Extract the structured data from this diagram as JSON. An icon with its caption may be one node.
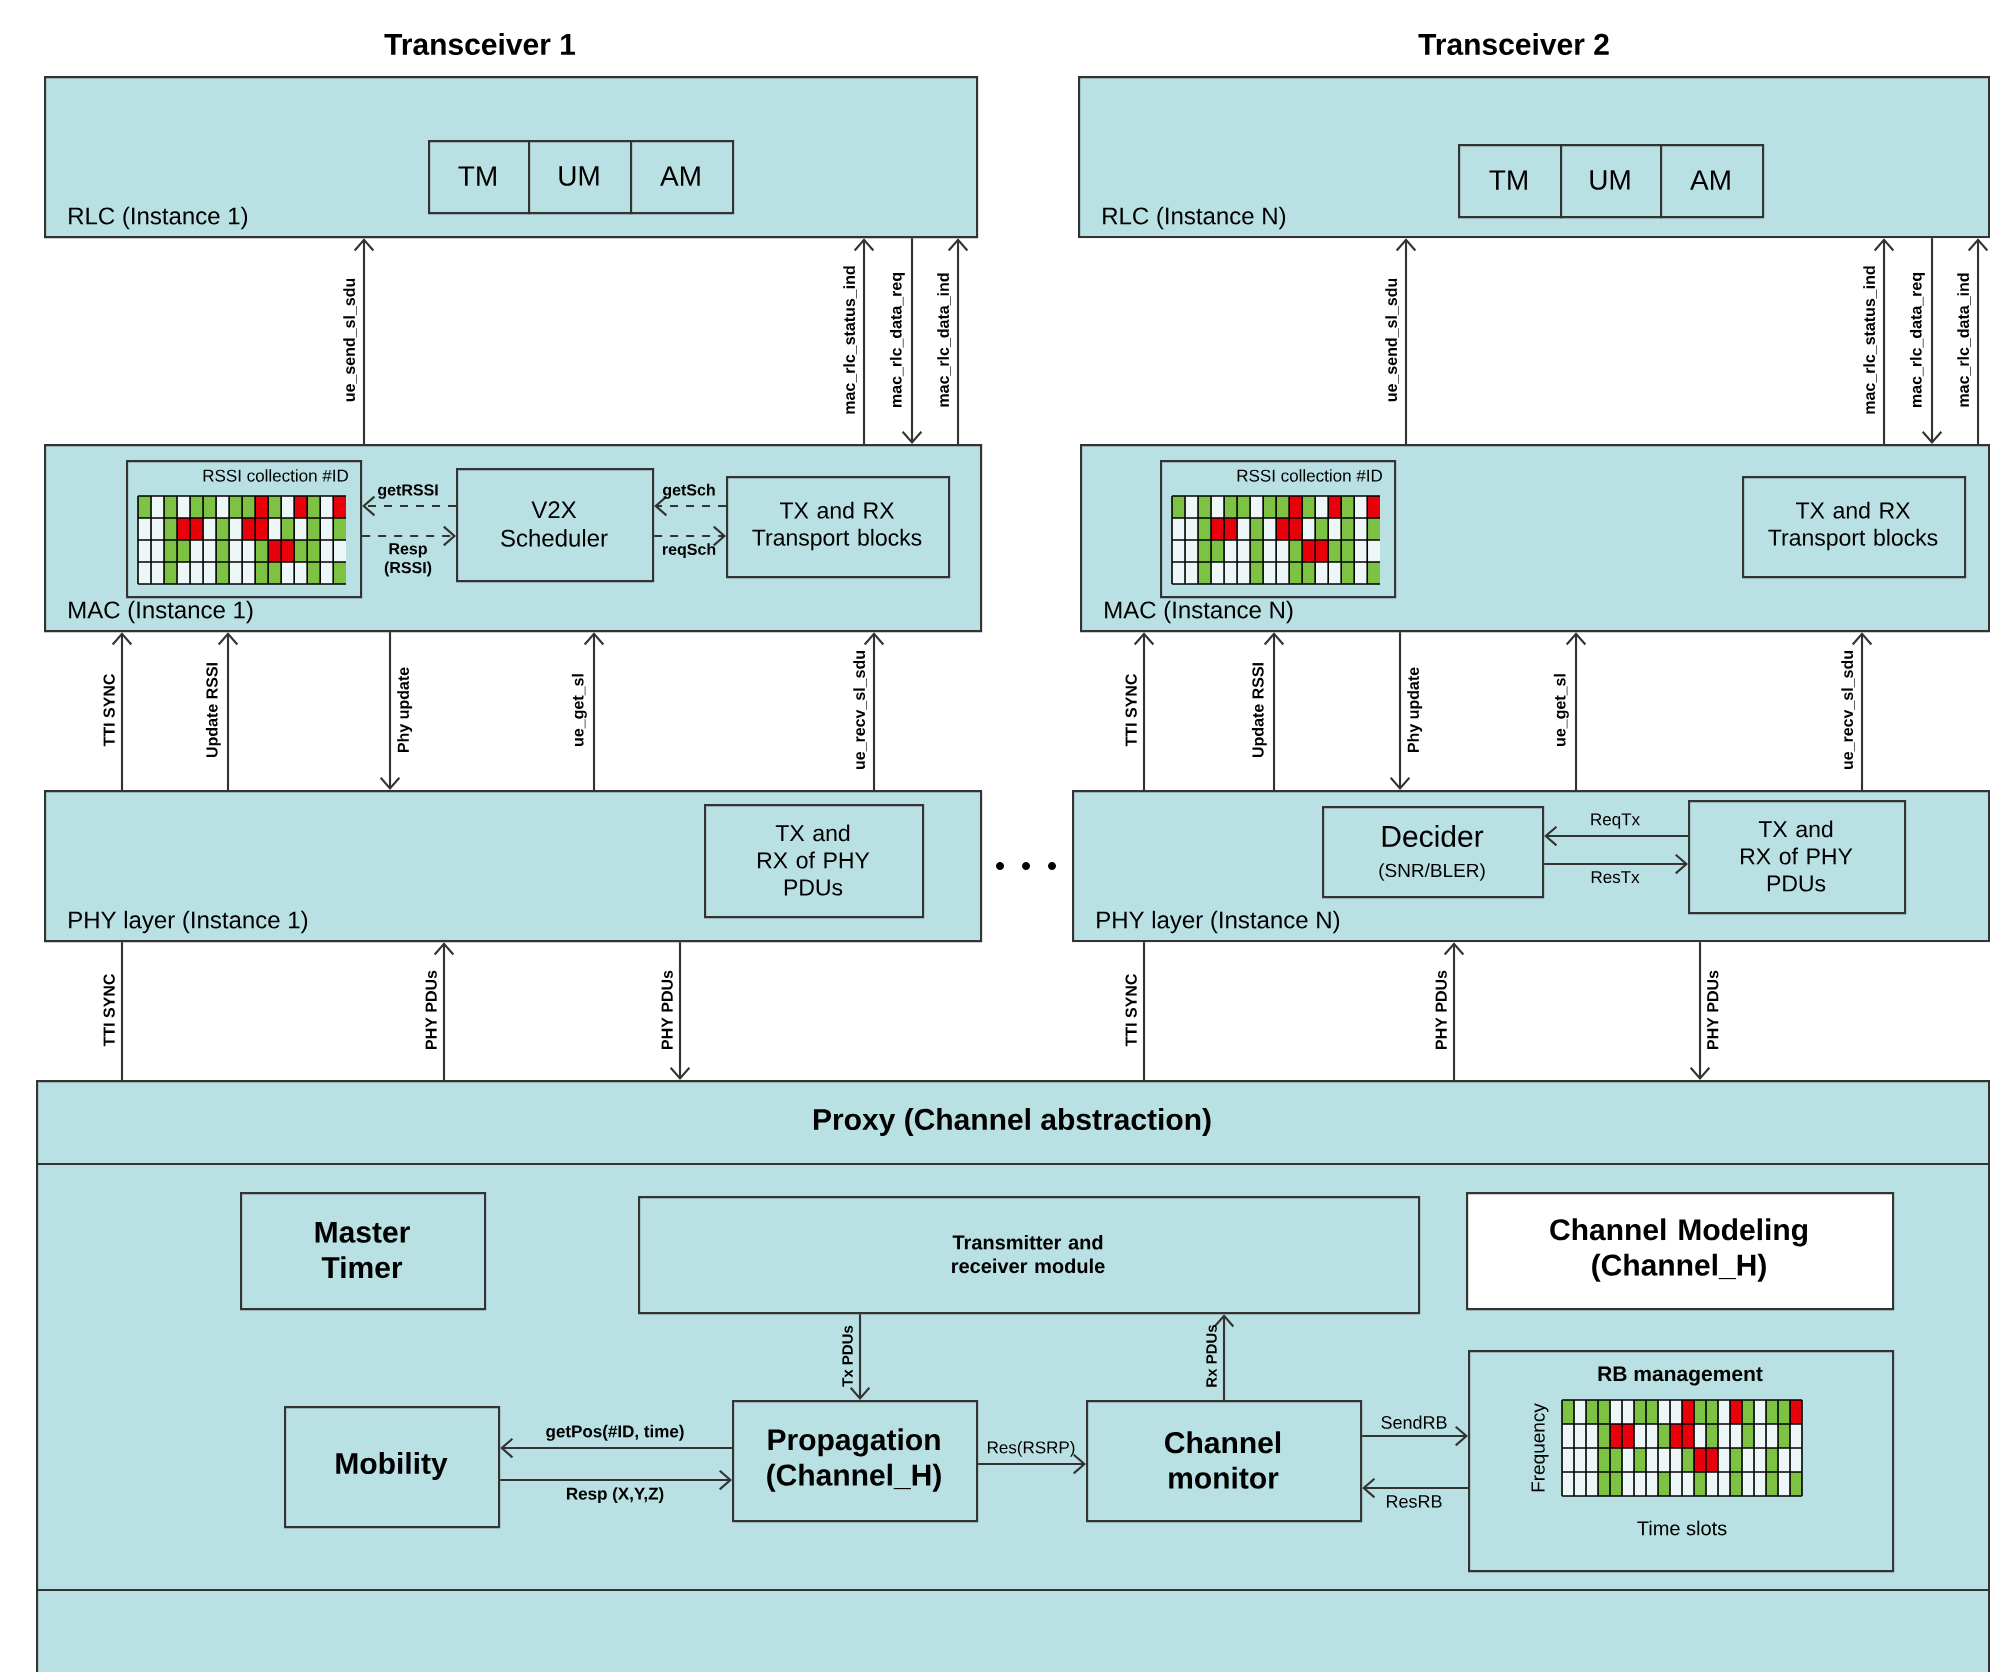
{
  "diagram": {
    "nodes": [
      {
        "text": [
          "RLC (Instance 1)"
        ]
      },
      {
        "text": [
          "TM"
        ],
        "in": 0
      },
      {
        "text": [
          "UM"
        ],
        "in": 0
      },
      {
        "text": [
          "AM"
        ],
        "in": 0
      },
      {
        "text": [
          "MAC (Instance 1)"
        ]
      },
      {
        "text": [
          "RSSI collection #ID"
        ],
        "in": 4
      },
      {
        "text": [
          "V2X Scheduler"
        ],
        "in": 4
      },
      {
        "text": [
          "TX and RX Transport blocks"
        ],
        "in": 4
      },
      {
        "text": [
          "PHY layer (Instance 1)"
        ]
      },
      {
        "text": [
          "TX and RX of PHY PDUs"
        ],
        "in": 8
      },
      {
        "text": [
          "RLC (Instance N)"
        ]
      },
      {
        "text": [
          "TM"
        ],
        "in": 10
      },
      {
        "text": [
          "UM"
        ],
        "in": 10
      },
      {
        "text": [
          "AM"
        ],
        "in": 10
      },
      {
        "text": [
          "MAC (Instance N)"
        ]
      },
      {
        "text": [
          "RSSI collection #ID"
        ],
        "in": 14
      },
      {
        "text": [
          "TX and RX Transport blocks"
        ],
        "in": 14
      },
      {
        "text": [
          "PHY layer (Instance N)"
        ]
      },
      {
        "text": [
          "Decider",
          "(SNR/BLER)"
        ],
        "in": 17
      },
      {
        "text": [
          "TX and RX of PHY PDUs"
        ],
        "in": 17
      },
      {
        "text": [
          "Proxy (Channel abstraction)"
        ]
      },
      {
        "text": [
          "Master Timer"
        ],
        "in": 20
      },
      {
        "text": [
          "Transmitter and receiver module"
        ],
        "in": 20
      },
      {
        "text": [
          "Channel Modeling (Channel_H)"
        ],
        "in": 20
      },
      {
        "text": [
          "Mobility"
        ],
        "in": 20
      },
      {
        "text": [
          "Propagation (Channel_H)"
        ],
        "in": 20
      },
      {
        "text": [
          "Channel monitor"
        ],
        "in": 20
      },
      {
        "text": [
          "RB management",
          "Frequency",
          "Time slots"
        ],
        "in": 20
      }
    ],
    "edges": [
      {
        "from": 4,
        "to": 0,
        "arrow": "to",
        "label": "ue_send_sl_sdu"
      },
      {
        "from": 4,
        "to": 0,
        "arrow": "to",
        "label": "mac_rlc_status_ind"
      },
      {
        "from": 0,
        "to": 4,
        "arrow": "to",
        "label": "mac_rlc_data_req"
      },
      {
        "from": 4,
        "to": 0,
        "arrow": "to",
        "label": "mac_rlc_data_ind"
      },
      {
        "from": 6,
        "to": 5,
        "arrow": "to",
        "label": "getRSSI",
        "style": "dashed"
      },
      {
        "from": 5,
        "to": 6,
        "arrow": "to",
        "label": "Resp (RSSI)",
        "style": "dashed"
      },
      {
        "from": 7,
        "to": 6,
        "arrow": "to",
        "label": "getSch",
        "style": "dashed"
      },
      {
        "from": 6,
        "to": 7,
        "arrow": "to",
        "label": "reqSch",
        "style": "dashed"
      },
      {
        "from": 8,
        "to": 4,
        "arrow": "to",
        "label": "TTI SYNC"
      },
      {
        "from": 8,
        "to": 4,
        "arrow": "to",
        "label": "Update RSSI"
      },
      {
        "from": 4,
        "to": 8,
        "arrow": "to",
        "label": "Phy update"
      },
      {
        "from": 8,
        "to": 4,
        "arrow": "to",
        "label": "ue_get_sl"
      },
      {
        "from": 8,
        "to": 4,
        "arrow": "to",
        "label": "ue_recv_sl_sdu"
      },
      {
        "from": 20,
        "to": 8,
        "arrow": "none",
        "label": "TTI SYNC"
      },
      {
        "from": 20,
        "to": 8,
        "arrow": "to",
        "label": "PHY PDUs"
      },
      {
        "from": 8,
        "to": 20,
        "arrow": "to",
        "label": "PHY PDUs"
      },
      {
        "from": 14,
        "to": 10,
        "arrow": "to",
        "label": "ue_send_sl_sdu"
      },
      {
        "from": 14,
        "to": 10,
        "arrow": "to",
        "label": "mac_rlc_status_ind"
      },
      {
        "from": 10,
        "to": 14,
        "arrow": "to",
        "label": "mac_rlc_data_req"
      },
      {
        "from": 14,
        "to": 10,
        "arrow": "to",
        "label": "mac_rlc_data_ind"
      },
      {
        "from": 17,
        "to": 14,
        "arrow": "to",
        "label": "TTI SYNC"
      },
      {
        "from": 17,
        "to": 14,
        "arrow": "to",
        "label": "Update RSSI"
      },
      {
        "from": 14,
        "to": 17,
        "arrow": "to",
        "label": "Phy update"
      },
      {
        "from": 17,
        "to": 14,
        "arrow": "to",
        "label": "ue_get_sl"
      },
      {
        "from": 17,
        "to": 14,
        "arrow": "to",
        "label": "ue_recv_sl_sdu"
      },
      {
        "from": 19,
        "to": 18,
        "arrow": "to",
        "label": "ReqTx"
      },
      {
        "from": 18,
        "to": 19,
        "arrow": "to",
        "label": "ResTx"
      },
      {
        "from": 20,
        "to": 17,
        "arrow": "none",
        "label": "TTI SYNC"
      },
      {
        "from": 20,
        "to": 17,
        "arrow": "to",
        "label": "PHY PDUs"
      },
      {
        "from": 17,
        "to": 20,
        "arrow": "to",
        "label": "PHY PDUs"
      },
      {
        "from": 22,
        "to": 25,
        "arrow": "to",
        "label": "Tx PDUs"
      },
      {
        "from": 26,
        "to": 22,
        "arrow": "to",
        "label": "Rx PDUs"
      },
      {
        "from": 25,
        "to": 24,
        "arrow": "to",
        "label": "getPos(#ID, time)"
      },
      {
        "from": 24,
        "to": 25,
        "arrow": "to",
        "label": "Resp (X,Y,Z)"
      },
      {
        "from": 25,
        "to": 26,
        "arrow": "to",
        "label": "Res(RSRP)"
      },
      {
        "from": 26,
        "to": 27,
        "arrow": "to",
        "label": "SendRB"
      },
      {
        "from": 27,
        "to": 26,
        "arrow": "to",
        "label": "ResRB"
      }
    ],
    "labels": [
      "Transceiver 1",
      "Transceiver 2"
    ]
  }
}
